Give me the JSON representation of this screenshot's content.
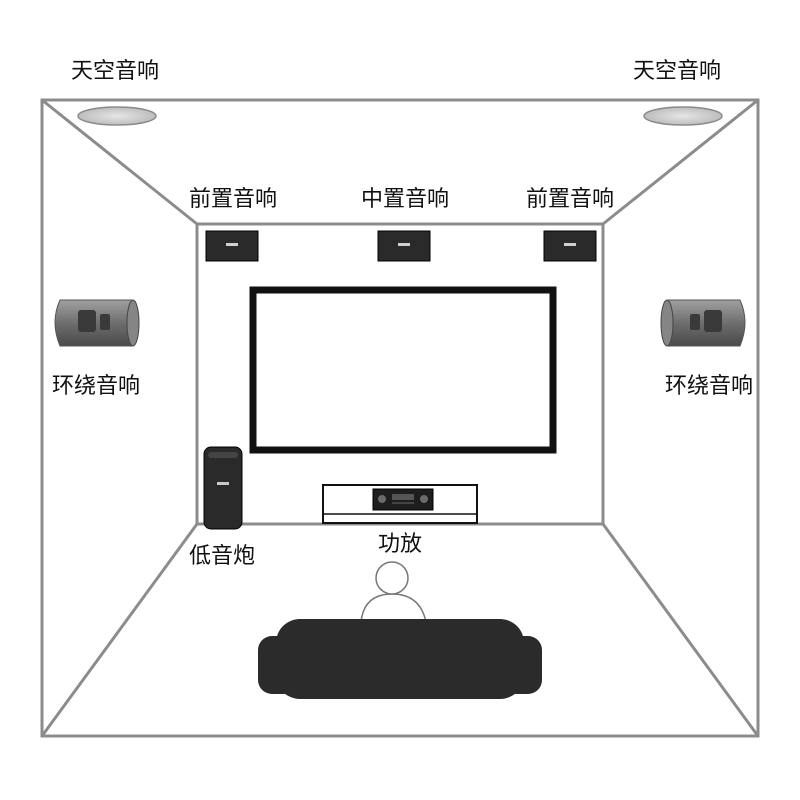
{
  "labels": {
    "ceiling_left": "天空音响",
    "ceiling_right": "天空音响",
    "front_left": "前置音响",
    "center": "中置音响",
    "front_right": "前置音响",
    "surround_left": "环绕音响",
    "surround_right": "环绕音响",
    "subwoofer": "低音炮",
    "amplifier": "功放"
  },
  "colors": {
    "room_line": "#8c8c8c",
    "screen_frame": "#111111",
    "sofa": "#2b2b2b",
    "speaker_dark": "#2a2a2a",
    "ceiling_speaker": "#cfcfcf"
  }
}
